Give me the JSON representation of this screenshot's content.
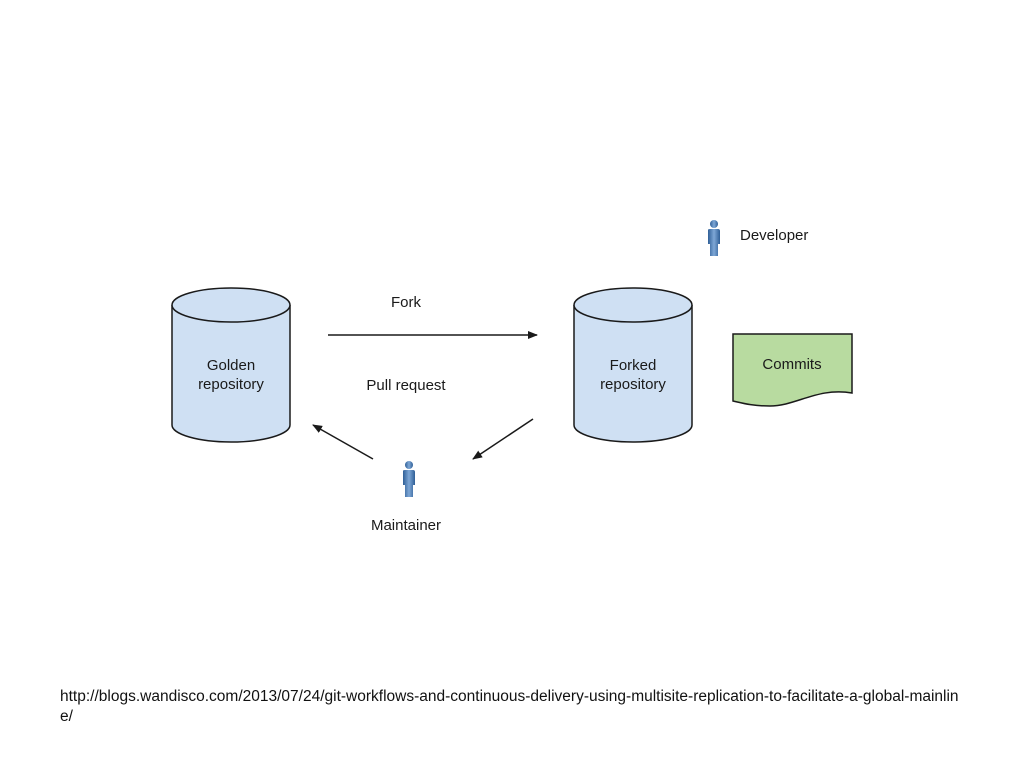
{
  "diagram": {
    "golden_repo": {
      "line1": "Golden",
      "line2": "repository"
    },
    "forked_repo": {
      "line1": "Forked",
      "line2": "repository"
    },
    "commits": "Commits",
    "developer": "Developer",
    "maintainer": "Maintainer",
    "fork": "Fork",
    "pull_request": "Pull request"
  },
  "footer": {
    "url": "http://blogs.wandisco.com/2013/07/24/git-workflows-and-continuous-delivery-using-multisite-replication-to-facilitate-a-global-mainline/"
  },
  "colors": {
    "repo_fill": "#cfe0f3",
    "commits_fill": "#b8dba0",
    "person_blue": "#4f82b9"
  }
}
